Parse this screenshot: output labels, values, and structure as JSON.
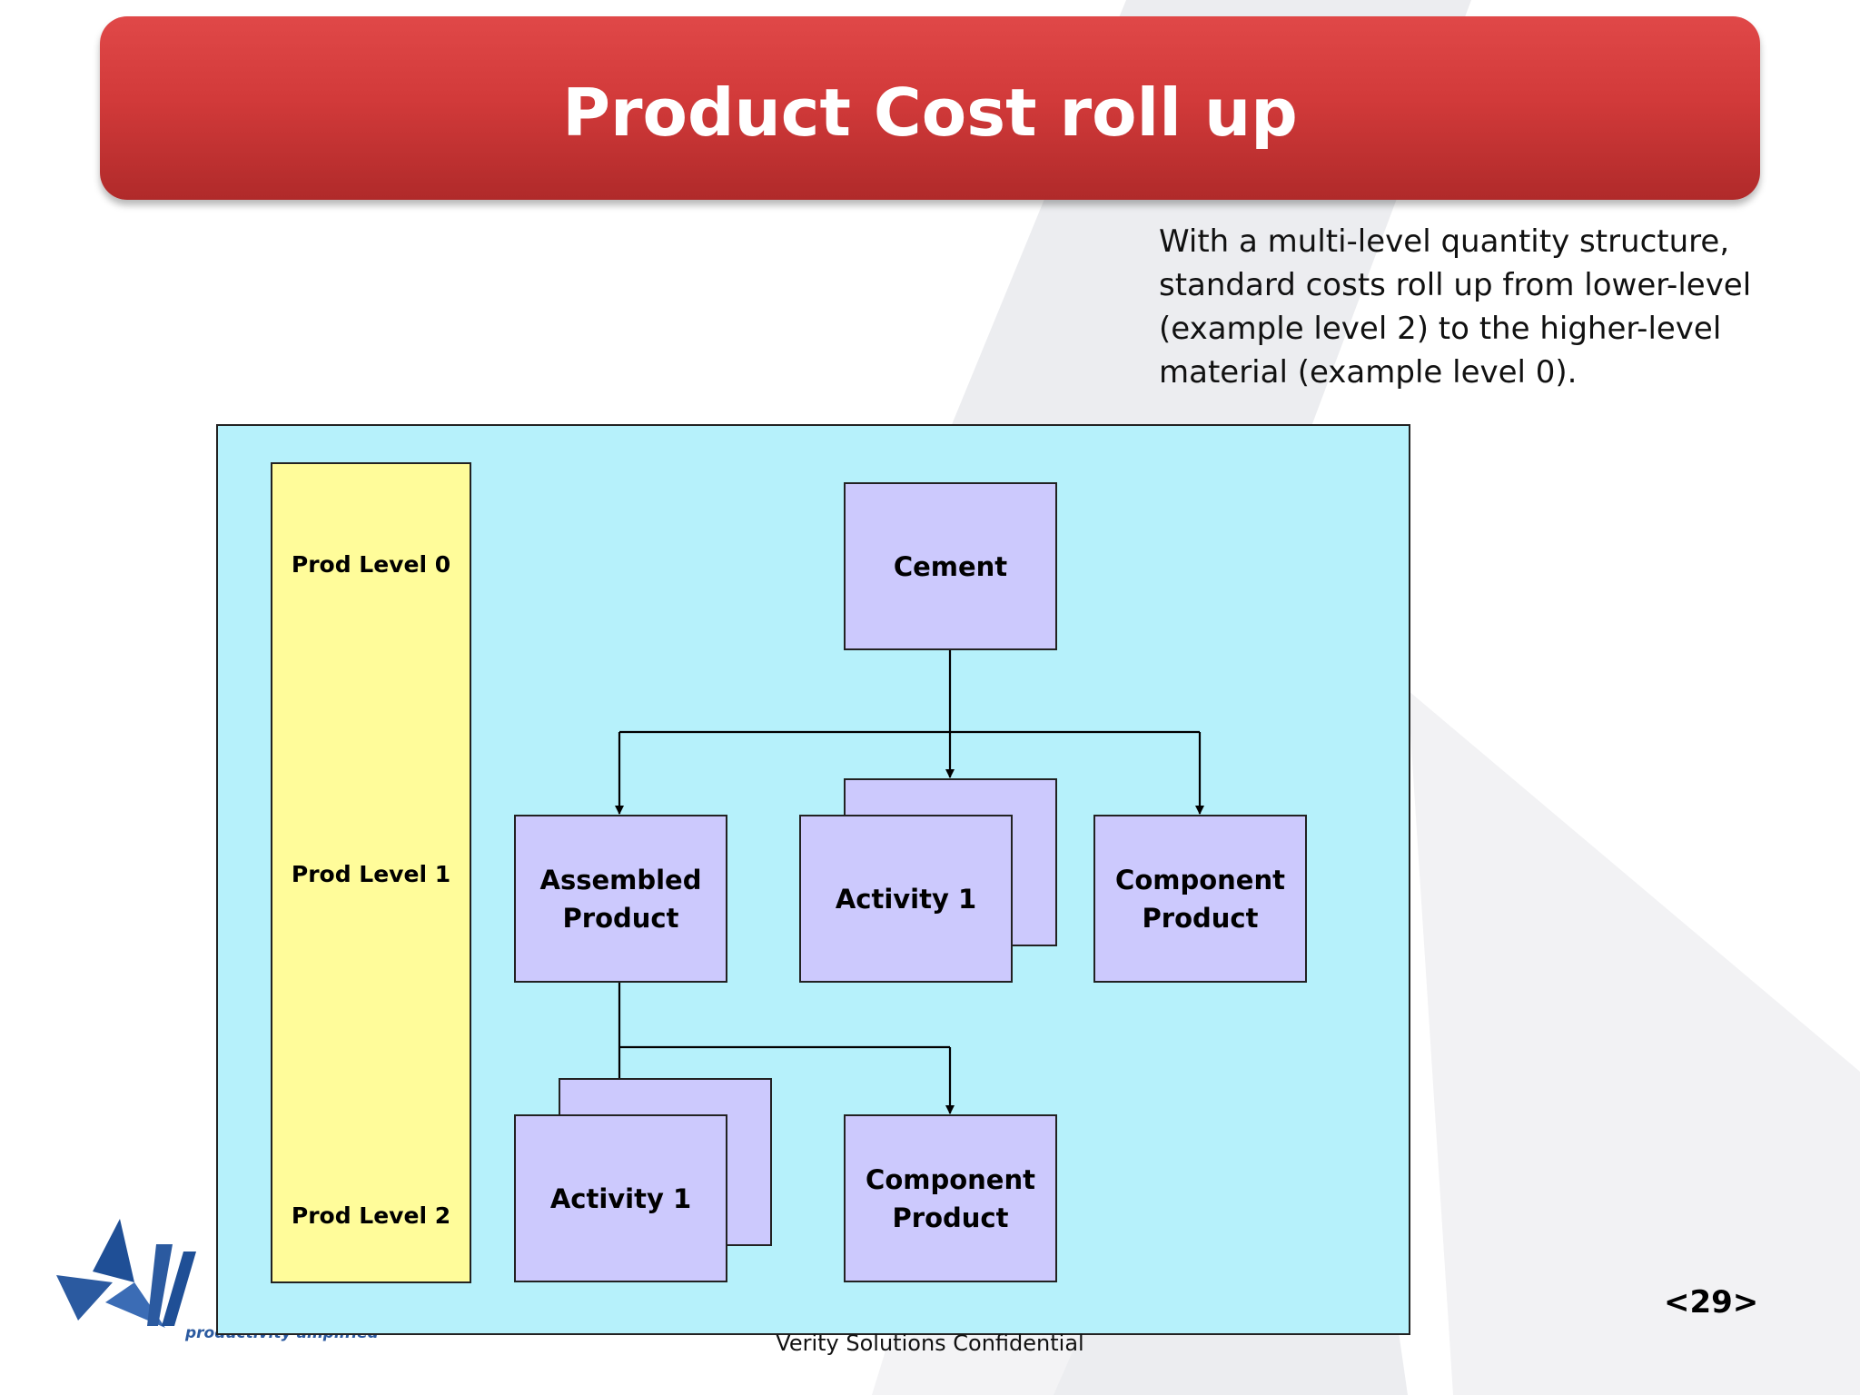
{
  "slide": {
    "title": "Product Cost roll up",
    "description_lines": [
      "With a multi-level quantity structure,",
      "standard costs roll up from lower-level",
      "(example level 2) to the higher-level",
      "material (example level 0)."
    ],
    "footer_text": "Verity Solutions Confidential",
    "page_number": "<29>",
    "logo_tagline": "productivity amplified"
  },
  "diagram": {
    "levels": [
      "Prod Level 0",
      "Prod Level 1",
      "Prod Level 2"
    ],
    "nodes": {
      "cement": "Cement",
      "assembled_product": [
        "Assembled",
        "Product"
      ],
      "activity_level1": "Activity 1",
      "component_product_level1": [
        "Component",
        "Product"
      ],
      "activity_level2": "Activity 1",
      "component_product_level2": [
        "Component",
        "Product"
      ]
    }
  },
  "colors": {
    "title_bar": "#d23a3a",
    "panel_background": "#b6f1fb",
    "level_column": "#fffc9a",
    "node_fill": "#ccc9fd",
    "logo_blue": "#2b5aa0"
  }
}
